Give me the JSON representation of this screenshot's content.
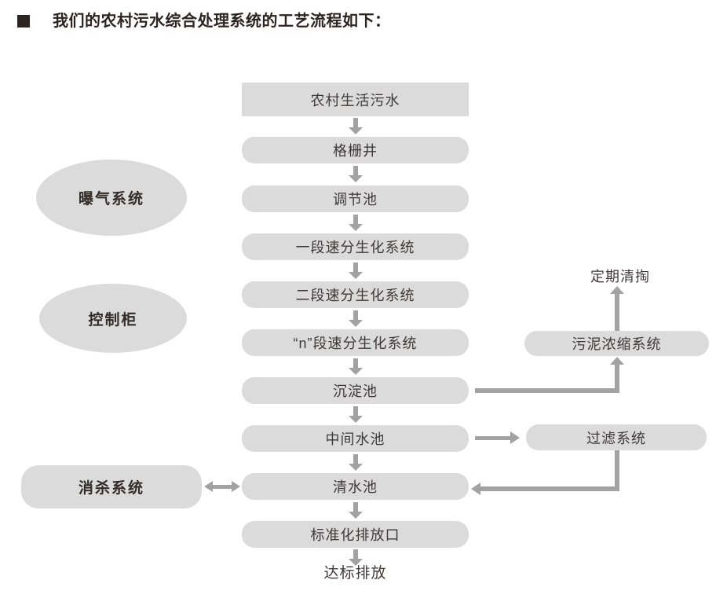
{
  "title": {
    "text": "我们的农村污水综合处理系统的工艺流程如下："
  },
  "flow": {
    "steps": [
      {
        "label": "农村生活污水"
      },
      {
        "label": "格栅井"
      },
      {
        "label": "调节池"
      },
      {
        "label": "一段速分生化系统"
      },
      {
        "label": "二段速分生化系统"
      },
      {
        "label": "“n”段速分生化系统"
      },
      {
        "label": "沉淀池"
      },
      {
        "label": "中间水池"
      },
      {
        "label": "清水池"
      },
      {
        "label": "标准化排放口"
      }
    ],
    "outcome": "达标排放"
  },
  "side_left": {
    "aeration": {
      "label": "曝气系统",
      "shape": "ellipse"
    },
    "control": {
      "label": "控制柜",
      "shape": "ellipse"
    },
    "disinfection": {
      "label": "消杀系统",
      "shape": "rounded-rect"
    }
  },
  "side_right": {
    "sludge": {
      "label": "污泥浓缩系统"
    },
    "filter": {
      "label": "过滤系统"
    },
    "periodic_cleaning": {
      "label": "定期清掏"
    }
  },
  "colors": {
    "node_fill": "#dbdbdb",
    "arrow": "#a2a2a2",
    "node_text": "#3e3a39",
    "title_text": "#2b2421",
    "background": "#ffffff"
  }
}
